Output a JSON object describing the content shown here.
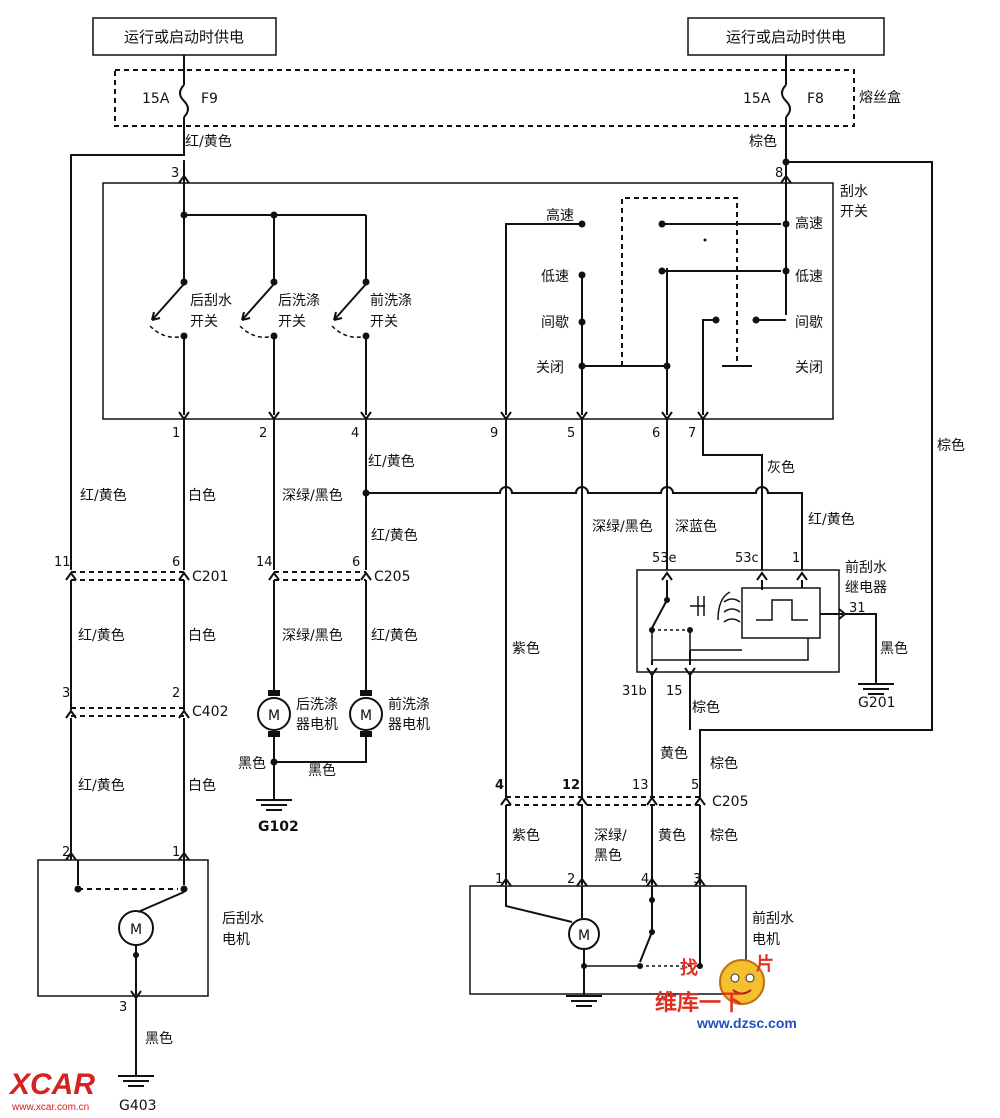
{
  "power": {
    "left": "运行或启动时供电",
    "right": "运行或启动时供电"
  },
  "fusebox": {
    "label": "熔丝盒",
    "f9_amp": "15A",
    "f9": "F9",
    "f8_amp": "15A",
    "f8": "F8"
  },
  "wires": {
    "red_yellow": "红/黄色",
    "white": "白色",
    "brown": "棕色",
    "dkgreen_black": "深绿/黑色",
    "dkgreen_black_split1": "深绿/",
    "dkgreen_black_split2": "黑色",
    "dark_blue": "深蓝色",
    "gray": "灰色",
    "purple": "紫色",
    "yellow": "黄色",
    "black": "黑色"
  },
  "wiper_switch": {
    "title1": "刮水",
    "title2": "开关",
    "high": "高速",
    "low": "低速",
    "int": "间歇",
    "off": "关闭"
  },
  "switches": {
    "rear_wiper1": "后刮水",
    "rear_wiper2": "开关",
    "rear_wash1": "后洗涤",
    "rear_wash2": "开关",
    "front_wash1": "前洗涤",
    "front_wash2": "开关"
  },
  "pins": {
    "p1": "1",
    "p2": "2",
    "p3": "3",
    "p4": "4",
    "p5": "5",
    "p6": "6",
    "p7": "7",
    "p8": "8",
    "p9": "9",
    "p11": "11",
    "p12": "12",
    "p13": "13",
    "p14": "14",
    "p15": "15",
    "p31": "31",
    "p31b": "31b",
    "p53e": "53e",
    "p53c": "53c"
  },
  "connectors": {
    "c201": "C201",
    "c205": "C205",
    "c402": "C402"
  },
  "motors": {
    "m": "M",
    "rear_wash1": "后洗涤",
    "rear_wash2": "器电机",
    "front_wash1": "前洗涤",
    "front_wash2": "器电机",
    "rear_wiper1": "后刮水",
    "rear_wiper2": "电机",
    "front_wiper1": "前刮水",
    "front_wiper2": "电机"
  },
  "relay": {
    "title1": "前刮水",
    "title2": "继电器"
  },
  "grounds": {
    "g102": "G102",
    "g201": "G201",
    "g403": "G403"
  },
  "watermark": {
    "xcar": "XCAR",
    "xcar_url": "www.xcar.com.cn",
    "dzsc_1": "找",
    "dzsc_2": "片",
    "dzsc_cn": "维库一下",
    "dzsc_url": "www.dzsc.com"
  },
  "colors": {
    "ink": "#111111",
    "xcar_red": "#d22222",
    "dzsc_red": "#e03020",
    "dzsc_orange": "#f0a020"
  }
}
